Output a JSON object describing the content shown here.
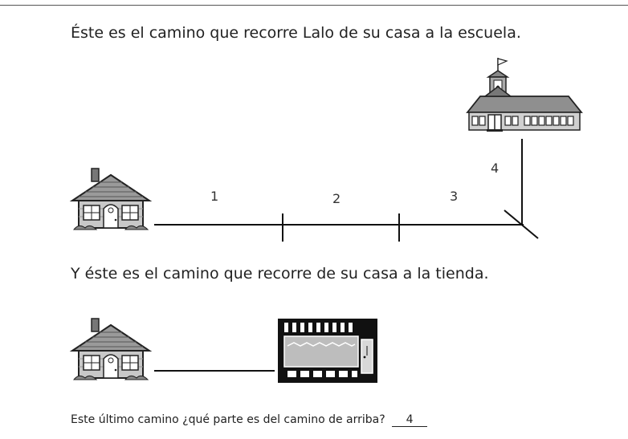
{
  "text": {
    "intro": "Éste es el camino que recorre Lalo de su casa a la escuela.",
    "second": "Y éste es el camino que recorre de su casa a la tienda.",
    "question": "Este último camino ¿qué parte es del camino de arriba?",
    "answer": "4"
  },
  "segments": [
    "1",
    "2",
    "3",
    "4"
  ]
}
